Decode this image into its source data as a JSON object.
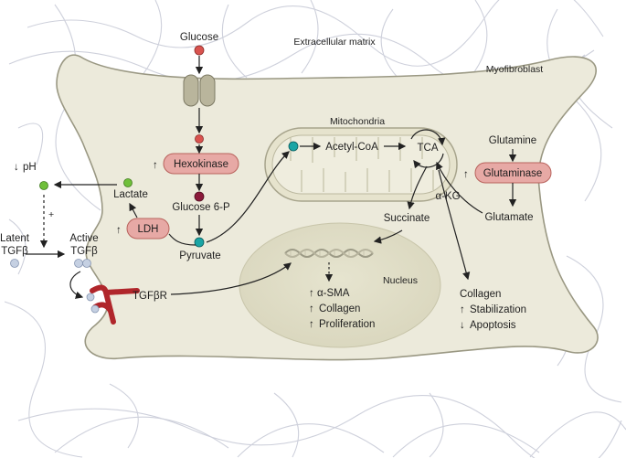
{
  "labels": {
    "glucose": "Glucose",
    "ecm": "Extracellular matrix",
    "myofibroblast": "Myofibroblast",
    "mitochondria": "Mitochondria",
    "hexokinase": "Hexokinase",
    "glucose6p": "Glucose 6-P",
    "lactate": "Lactate",
    "ldh": "LDH",
    "pyruvate": "Pyruvate",
    "ph": "pH",
    "plus": "+",
    "latent_l1": "Latent",
    "latent_l2": "TGFβ",
    "active_l1": "Active",
    "active_l2": "TGFβ",
    "tgfbr": "TGFβR",
    "acetylcoa": "Acetyl-CoA",
    "tca": "TCA",
    "glutamine": "Glutamine",
    "glutaminase": "Glutaminase",
    "akg": "α-KG",
    "succinate": "Succinate",
    "glutamate": "Glutamate",
    "nucleus": "Nucleus",
    "asma": "α-SMA",
    "collagen_nuc": "Collagen",
    "proliferation": "Proliferation",
    "collagen_out": "Collagen",
    "stabilization": "Stabilization",
    "apoptosis": "Apoptosis"
  },
  "symbols": {
    "up": "↑",
    "down": "↓"
  },
  "colors": {
    "cell_fill": "#eceadb",
    "cell_stroke": "#9a9883",
    "enzyme_fill": "#e7a9a5",
    "enzyme_stroke": "#b8625c",
    "glucose_dot": "#d9534f",
    "g6p_dot": "#8b1a3a",
    "pyruvate_dot": "#1aa5a5",
    "lactate_dot": "#6fbf3a",
    "tgf_dot": "#c5d0e2",
    "receptor": "#b0262b",
    "mesh": "#c9ccd8",
    "transporter": "#b9b59c"
  },
  "icons": [
    "glucose-transporter-icon",
    "dna-helix-icon",
    "tgfb-receptor-icon",
    "tca-cycle-icon"
  ]
}
